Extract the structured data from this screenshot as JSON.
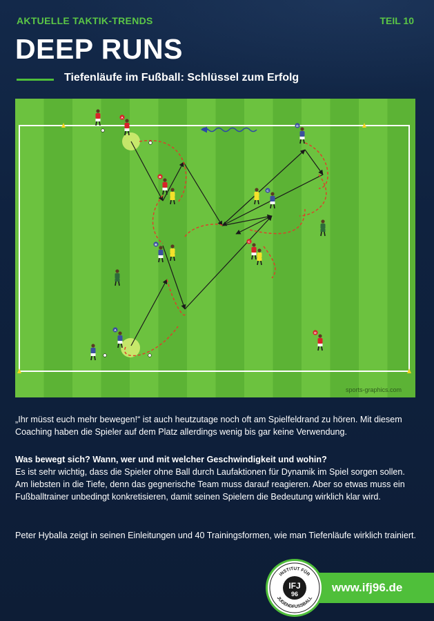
{
  "header": {
    "kicker": "AKTUELLE TAKTIK-TRENDS",
    "part": "TEIL 10",
    "title": "DEEP RUNS",
    "subtitle": "Tiefenläufe im Fußball: Schlüssel zum Erfolg"
  },
  "diagram": {
    "credit": "sports-graphics.com",
    "player_labels": [
      "A",
      "B",
      "C",
      "D"
    ],
    "colors": {
      "grass_light": "#6cc23f",
      "grass_dark": "#5cb335",
      "team_red": "#d8232a",
      "team_blue": "#3c4f9f",
      "neutral_yellow": "#f5e12a",
      "coach_green": "#2e6b3a"
    }
  },
  "body": {
    "p1": "„Ihr müsst euch mehr bewegen!“ ist auch heutzutage noch oft am Spielfeldrand zu hören. Mit diesem Coaching haben die Spieler auf dem Platz allerdings wenig bis gar keine Verwendung.",
    "p2_question": "Was bewegt sich? Wann, wer und mit welcher Geschwindigkeit und wohin?",
    "p2_text": "Es ist sehr wichtig, dass die Spieler ohne Ball durch Laufaktionen für Dynamik im Spiel sorgen sollen. Am liebsten in die Tiefe, denn das gegnerische Team muss darauf reagieren. Aber so etwas muss ein Fußballtrainer unbedingt konkretisieren, damit seinen Spielern die Bedeutung wirklich klar wird.",
    "p3": "Peter Hyballa zeigt in seinen Einleitungen und 40 Trainingsformen, wie man Tiefenläufe wirklich trainiert."
  },
  "footer": {
    "url": "www.ifj96.de",
    "logo_top": "INSTITUT FÜR",
    "logo_bottom": "JUGENDFUSSBALL",
    "logo_main": "IFJ",
    "logo_num": "96"
  }
}
